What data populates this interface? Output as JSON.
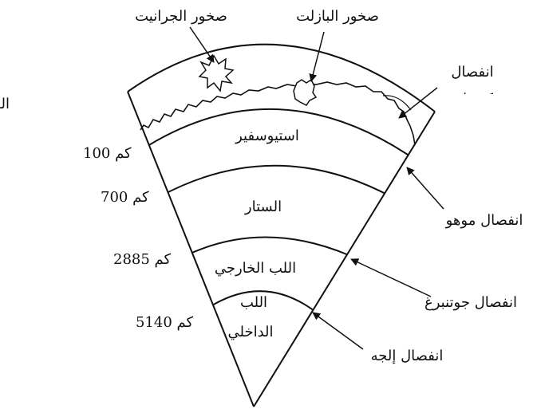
{
  "labels": {
    "granite_rocks": "صخور الجرانيت",
    "basalt_rocks": "صخور البازلت",
    "conrad_discontinuity": "انفصال",
    "conrad_discontinuity_partial": "كونراد",
    "earth_crust": "القشرة الأرضية",
    "asthenosphere": "استيوسفير",
    "mantle": "الستار",
    "outer_core": "اللب الخارجي",
    "inner_core_line1": "اللب",
    "inner_core_line2": "الداخلي",
    "moho_discontinuity": "انفصال موهو",
    "gutenberg_discontinuity": "انفصال جوتنبرغ",
    "lehmann_discontinuity": "انفصال إلجه"
  },
  "depths": {
    "d100": "100 كم",
    "d700": "700 كم",
    "d2885": "2885 كم",
    "d5140": "5140 كم"
  },
  "colors": {
    "ink": "#111111",
    "background": "#ffffff"
  }
}
